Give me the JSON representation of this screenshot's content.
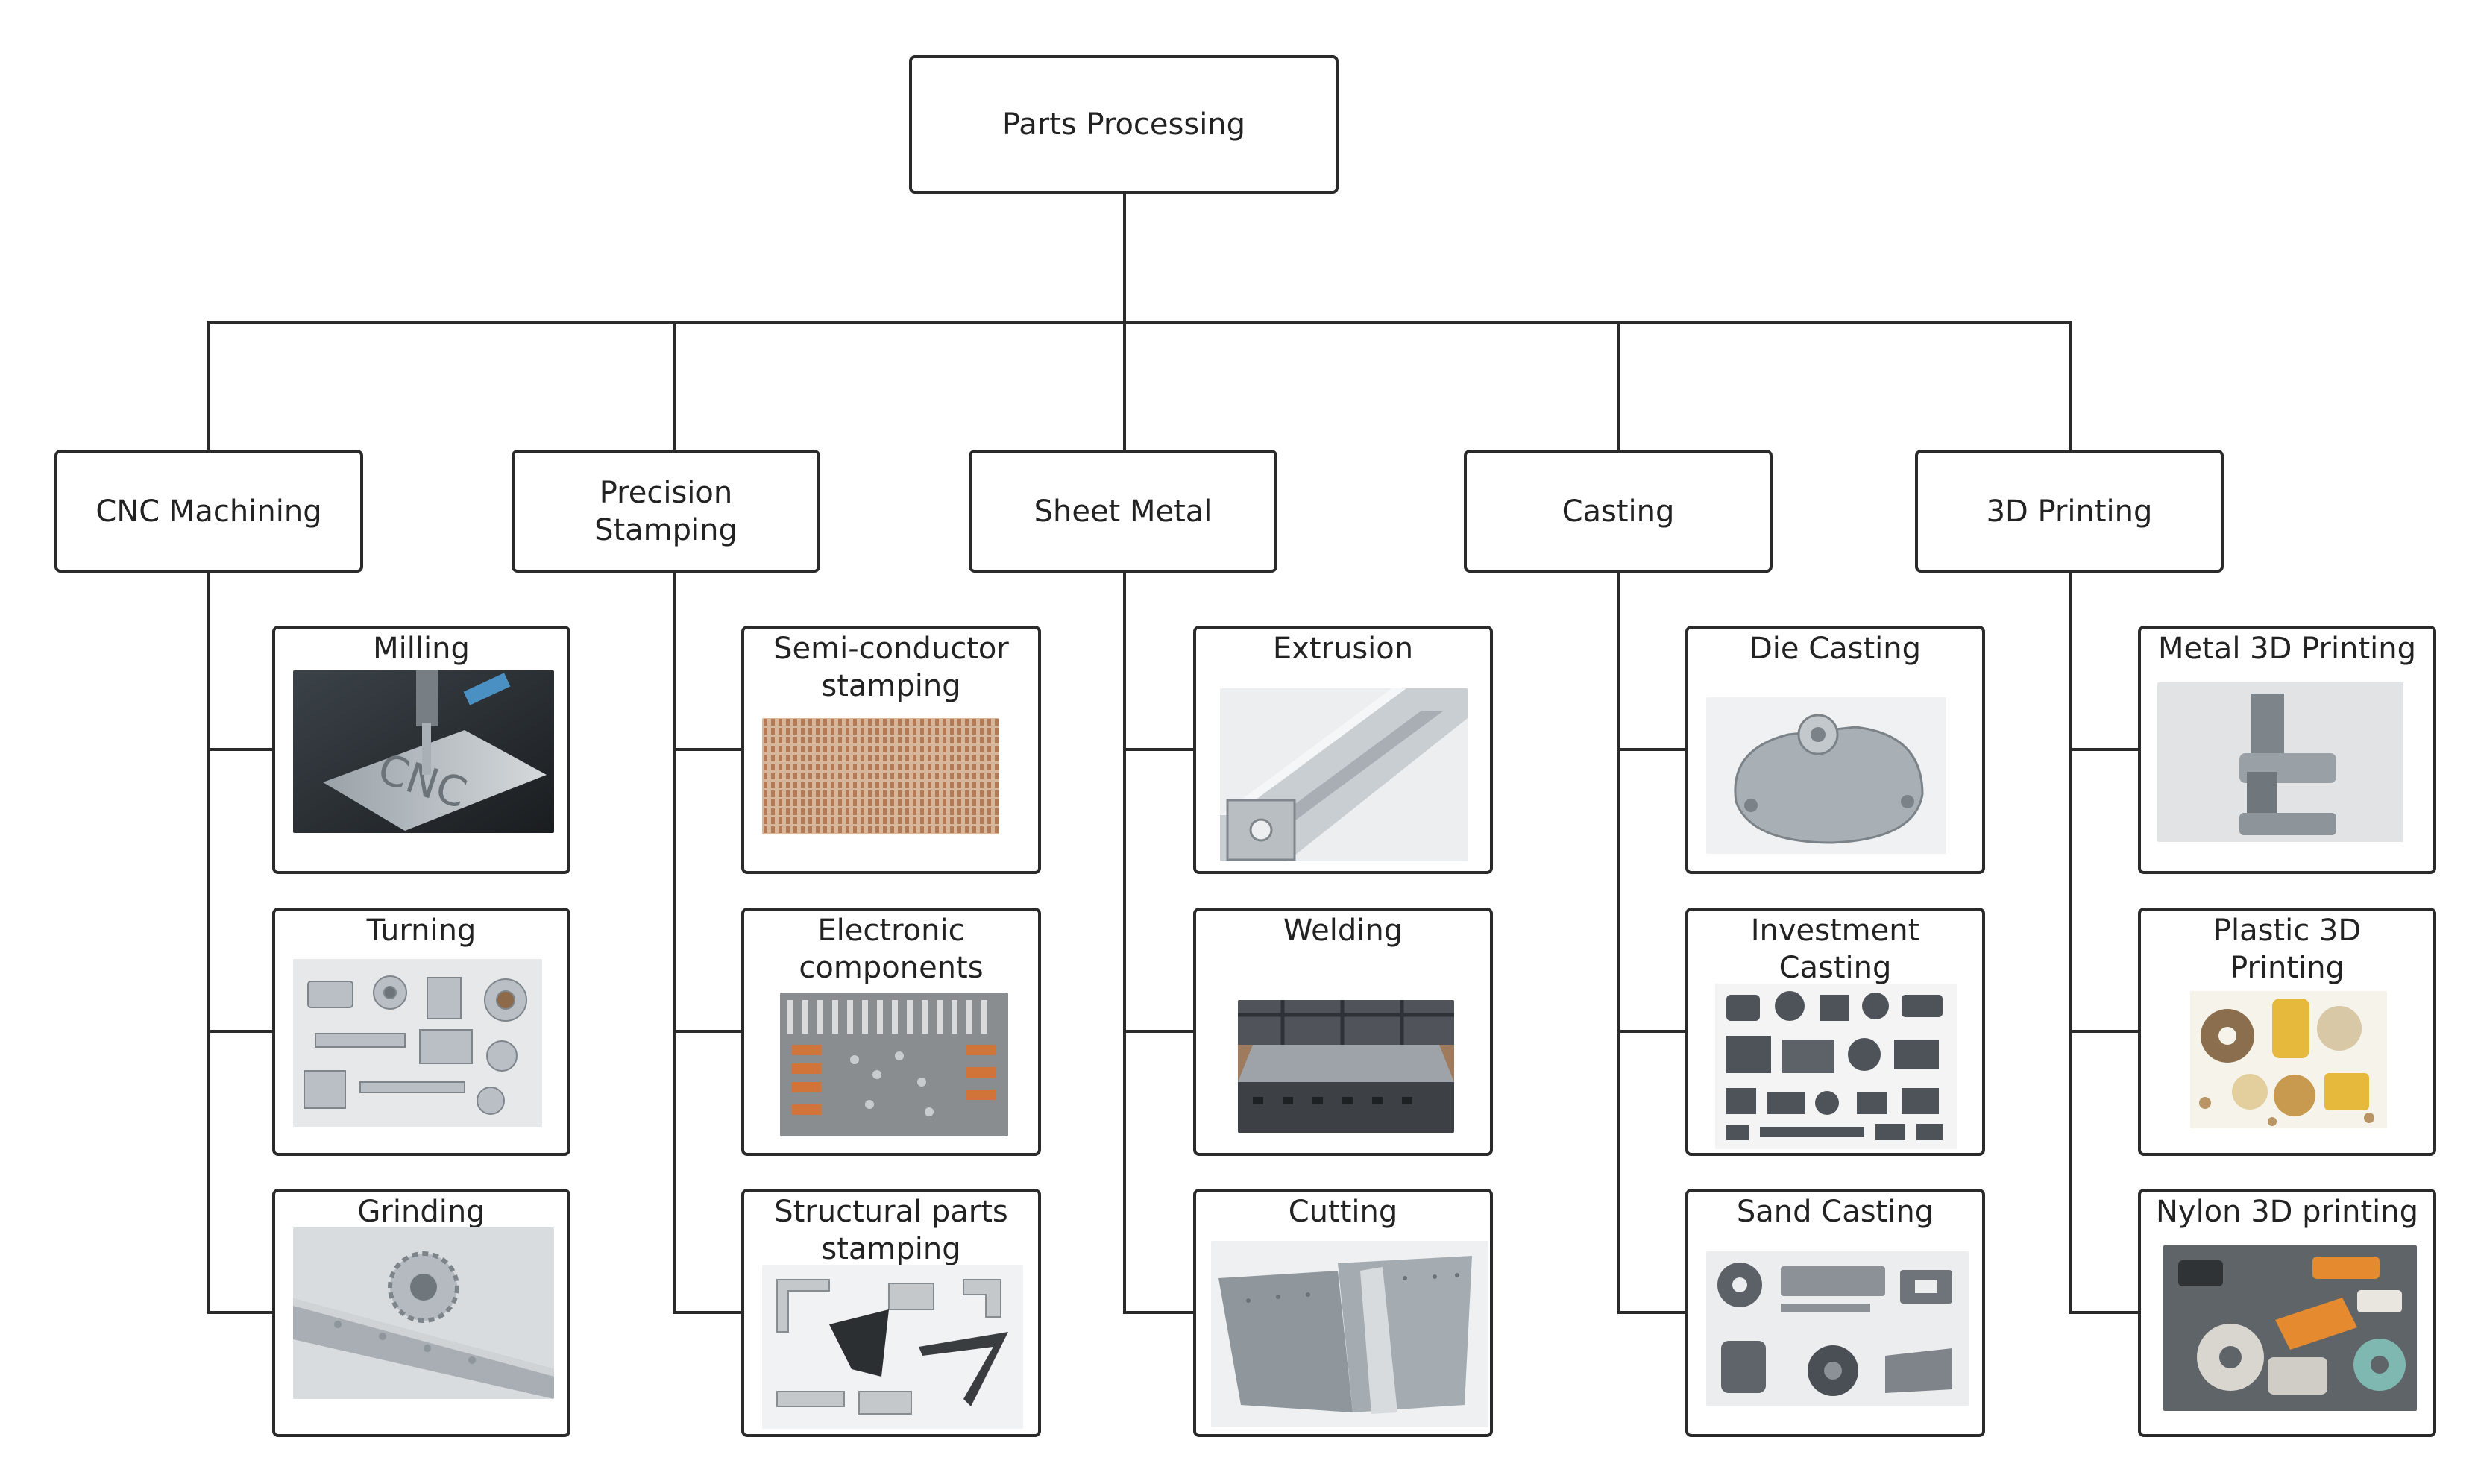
{
  "root": {
    "label": "Parts Processing"
  },
  "categories": [
    {
      "label": "CNC Machining",
      "items": [
        {
          "label": "Milling",
          "picture": "cnc-milling-photo"
        },
        {
          "label": "Turning",
          "picture": "turned-parts-photo"
        },
        {
          "label": "Grinding",
          "picture": "gear-rack-photo"
        }
      ]
    },
    {
      "label": "Precision Stamping",
      "items": [
        {
          "label": "Semi-conductor stamping",
          "picture": "lead-frame-photo"
        },
        {
          "label": "Electronic components",
          "picture": "electronic-terminals-photo"
        },
        {
          "label": "Structural parts stamping",
          "picture": "stamped-brackets-photo"
        }
      ]
    },
    {
      "label": "Sheet Metal",
      "items": [
        {
          "label": "Extrusion",
          "picture": "aluminum-profile-photo"
        },
        {
          "label": "Welding",
          "picture": "welded-frame-photo"
        },
        {
          "label": "Cutting",
          "picture": "cut-sheet-photo"
        }
      ]
    },
    {
      "label": "Casting",
      "items": [
        {
          "label": "Die Casting",
          "picture": "die-cast-housing-photo"
        },
        {
          "label": "Investment Casting",
          "picture": "investment-cast-parts-photo"
        },
        {
          "label": "Sand Casting",
          "picture": "sand-cast-parts-photo"
        }
      ]
    },
    {
      "label": "3D Printing",
      "items": [
        {
          "label": "Metal 3D Printing",
          "picture": "metal-printed-part-photo"
        },
        {
          "label": "Plastic 3D Printing",
          "picture": "plastic-printed-parts-photo"
        },
        {
          "label": "Nylon 3D printing",
          "picture": "nylon-printed-parts-photo"
        }
      ]
    }
  ],
  "colors": {
    "line": "#2a2a2a",
    "border": "#2a2a2a",
    "text": "#222222"
  }
}
